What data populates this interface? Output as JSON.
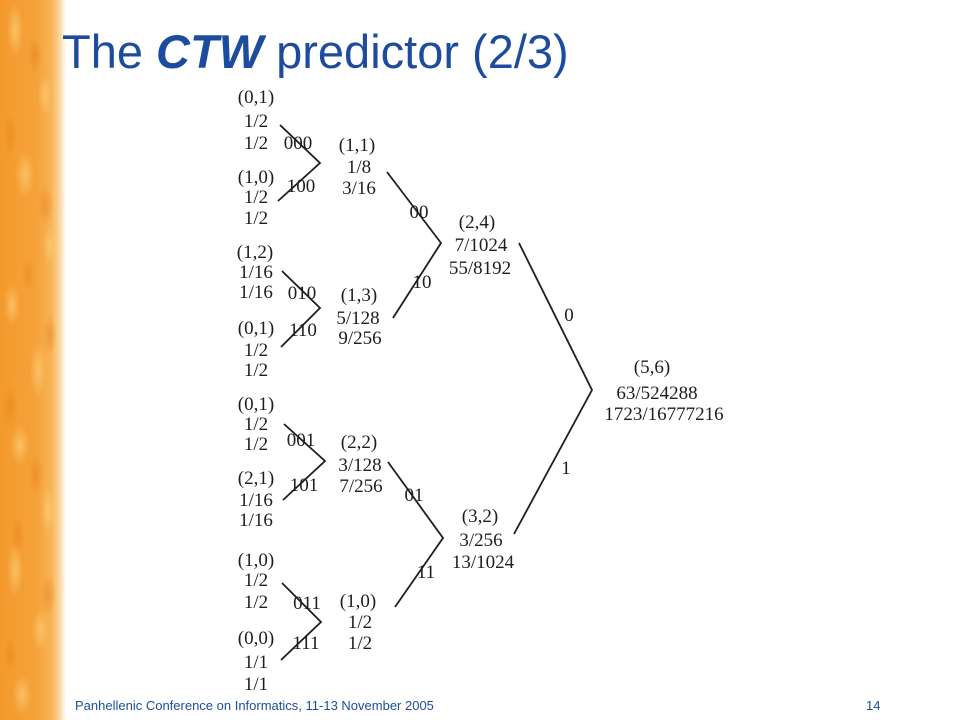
{
  "slide": {
    "title": {
      "lead": "The ",
      "emphasis": "CTW",
      "rest": " predictor (2/3)"
    },
    "footer": "Panhellenic Conference on Informatics, 11-13 November 2005",
    "page_number": "14"
  },
  "theme": {
    "title_color": "#1d4c9f",
    "accent_color": "#f5a23a",
    "ink_color": "#1e1e1e"
  },
  "tree": {
    "root": {
      "lines": [
        "(5,6)",
        "63/524288",
        "1723/16777216"
      ]
    },
    "depth1": [
      {
        "edge": "0",
        "lines": [
          "(2,4)",
          "7/1024",
          "55/8192"
        ]
      },
      {
        "edge": "1",
        "lines": [
          "(3,2)",
          "3/256",
          "13/1024"
        ]
      }
    ],
    "depth2": [
      {
        "edge": "00",
        "lines": [
          "(1,1)",
          "1/8",
          "3/16"
        ]
      },
      {
        "edge": "10",
        "lines": [
          "(1,3)",
          "5/128",
          "9/256"
        ]
      },
      {
        "edge": "01",
        "lines": [
          "(2,2)",
          "3/128",
          "7/256"
        ]
      },
      {
        "edge": "11",
        "lines": [
          "(1,0)",
          "1/2",
          "1/2"
        ]
      }
    ],
    "depth3": [
      {
        "edge": "000",
        "lines": [
          "(0,1)",
          "1/2",
          "1/2"
        ]
      },
      {
        "edge": "100",
        "lines": [
          "(1,0)",
          "1/2",
          "1/2"
        ]
      },
      {
        "edge": "010",
        "lines": [
          "(1,2)",
          "1/16",
          "1/16"
        ]
      },
      {
        "edge": "110",
        "lines": [
          "(0,1)",
          "1/2",
          "1/2"
        ]
      },
      {
        "edge": "001",
        "lines": [
          "(0,1)",
          "1/2",
          "1/2"
        ]
      },
      {
        "edge": "101",
        "lines": [
          "(2,1)",
          "1/16",
          "1/16"
        ]
      },
      {
        "edge": "011",
        "lines": [
          "(1,0)",
          "1/2",
          "1/2"
        ]
      },
      {
        "edge": "111",
        "lines": [
          "(0,0)",
          "1/1",
          "1/1"
        ]
      }
    ]
  }
}
